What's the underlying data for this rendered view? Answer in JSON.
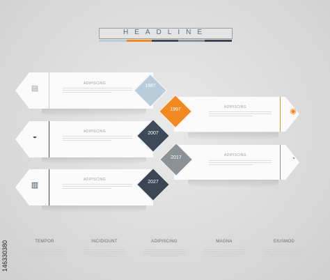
{
  "headline": "HEADLINE",
  "colors": {
    "gray_blue": "#b9ccd9",
    "orange": "#f0891f",
    "dark_slate": "#3d4a58",
    "gray": "#8c9196",
    "dark_navy": "#3a4654"
  },
  "items": [
    {
      "year": "1987",
      "title": "ADIPISCING",
      "color": "#b9ccd9",
      "icon": "document-icon"
    },
    {
      "year": "1997",
      "title": "ADIPISCING",
      "color": "#f0891f",
      "icon": "target-icon"
    },
    {
      "year": "2007",
      "title": "ADIPISCING",
      "color": "#3d4a58",
      "icon": "bowl-icon"
    },
    {
      "year": "2017",
      "title": "ADIPISCING",
      "color": "#8c9196",
      "icon": "chart-icon"
    },
    {
      "year": "2027",
      "title": "ADIPISCING",
      "color": "#3a4654",
      "icon": "building-icon"
    }
  ],
  "columns": [
    {
      "title": "TEMPOR"
    },
    {
      "title": "INCIDIDUNT"
    },
    {
      "title": "ADIPISCING"
    },
    {
      "title": "MAGNA"
    },
    {
      "title": "EIUSMOD"
    }
  ],
  "credit": "146330380"
}
